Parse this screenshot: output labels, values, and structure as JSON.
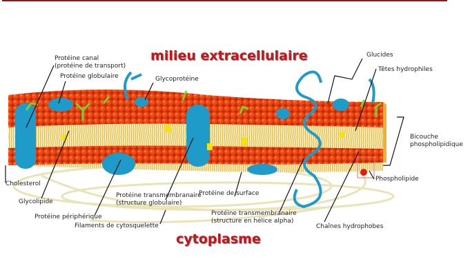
{
  "regions": {
    "extracellular": "milieu extracellulaire",
    "cytoplasm": "cytoplasme"
  },
  "labels": {
    "channel_protein": "Protéine canal",
    "channel_protein_sub": "(protéine de transport)",
    "globular_protein": "Protéine globulaire",
    "glycoprotein": "Glycoprotéine",
    "carbohydrates": "Glucides",
    "hydrophilic_heads": "Têtes hydrophiles",
    "bilayer_line1": "Bicouche",
    "bilayer_line2": "phospholipidique",
    "phospholipid": "Phospholipide",
    "cholesterol": "Cholesterol",
    "glycolipid": "Glycolipide",
    "peripheral_protein": "Protéine périphérique",
    "cytoskeleton_filaments": "Filaments de cytosquelette",
    "transmembrane_globular": "Protéine transmembranaire",
    "transmembrane_globular_sub": "(structure globulaire)",
    "surface_protein": "Protéine de surface",
    "transmembrane_helix": "Protéine transmembranaire",
    "transmembrane_helix_sub": "(structure en hélice alpha)",
    "hydrophobic_chains": "Chaînes hydrophobes"
  },
  "colors": {
    "heads": "#e8400f",
    "tails": "#e8b52a",
    "protein": "#1e9bc8",
    "sugar": "#7ad12b",
    "filament": "#e9e4b6",
    "title": "#c4161c"
  }
}
